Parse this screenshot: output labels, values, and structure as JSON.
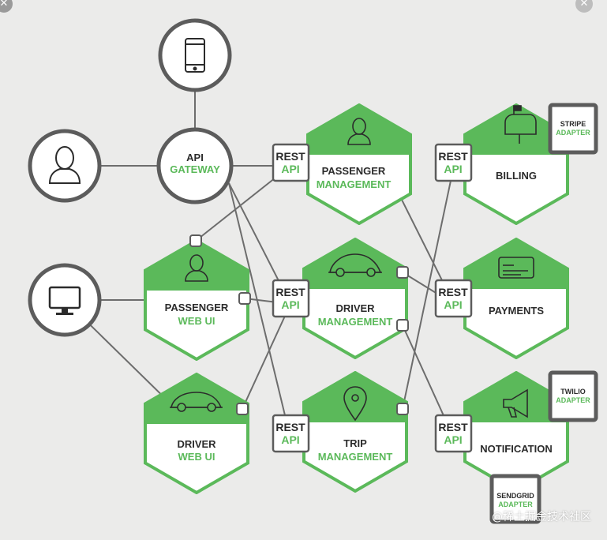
{
  "colors": {
    "green": "#5bb95a",
    "dark": "#2b2b2b",
    "line": "#6d6d6d",
    "background": "#ebebea"
  },
  "nodes": {
    "mobile": {
      "icon": "smartphone-icon"
    },
    "user": {
      "icon": "user-icon"
    },
    "desktop": {
      "icon": "monitor-icon"
    },
    "gateway": {
      "line1": "API",
      "line2": "GATEWAY"
    },
    "passenger_mgmt": {
      "line1": "PASSENGER",
      "line2": "MANAGEMENT",
      "icon": "person-icon"
    },
    "driver_mgmt": {
      "line1": "DRIVER",
      "line2": "MANAGEMENT",
      "icon": "car-icon"
    },
    "trip_mgmt": {
      "line1": "TRIP",
      "line2": "MANAGEMENT",
      "icon": "map-pin-icon"
    },
    "passenger_web": {
      "line1": "PASSENGER",
      "line2": "WEB UI",
      "icon": "person-icon"
    },
    "driver_web": {
      "line1": "DRIVER",
      "line2": "WEB UI",
      "icon": "car-icon"
    },
    "billing": {
      "line1": "BILLING",
      "icon": "mailbox-icon"
    },
    "payments": {
      "line1": "PAYMENTS",
      "icon": "credit-card-icon"
    },
    "notification": {
      "line1": "NOTIFICATION",
      "icon": "megaphone-icon"
    }
  },
  "rest": {
    "line1": "REST",
    "line2": "API"
  },
  "adapters": {
    "stripe": {
      "line1": "STRIPE",
      "line2": "ADAPTER"
    },
    "twilio": {
      "line1": "TWILIO",
      "line2": "ADAPTER"
    },
    "sendgrid": {
      "line1": "SENDGRID",
      "line2": "ADAPTER"
    }
  },
  "watermark": "@稀土掘金技术社区"
}
